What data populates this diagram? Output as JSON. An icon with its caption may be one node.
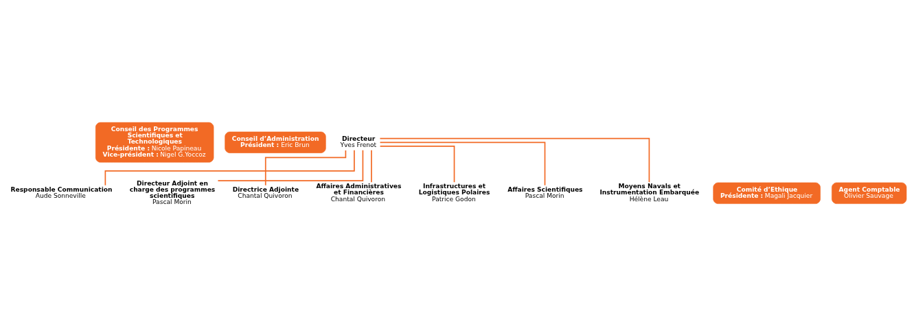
{
  "diagram": {
    "nodes": [
      {
        "text": [
          "Conseil des Programmes Scientifiques et Technologiques",
          "**Présidente :** Nicole Papineau",
          "**Vice-président :** Nigel G.Yoccoz"
        ]
      },
      {
        "text": [
          "Conseil d’Administration",
          "**Président :** Eric Brun"
        ]
      },
      {
        "text": [
          "Directeur",
          "Yves Frenot"
        ]
      },
      {
        "text": [
          "Responsable Communication",
          "Aude Sonneville"
        ]
      },
      {
        "text": [
          "Comité d’Ethique",
          "**Présidente :** Magali Jacquier"
        ]
      },
      {
        "text": [
          "Agent Comptable",
          "Olivier Sauvage"
        ]
      },
      {
        "text": [
          "Directeur Adjoint en charge des programmes scientifiques",
          "Pascal Morin"
        ]
      },
      {
        "text": [
          "Directrice Adjointe",
          "Chantal Quivoron"
        ]
      },
      {
        "text": [
          "Affaires Administratives et Financières",
          "Chantal Quivoron"
        ]
      },
      {
        "text": [
          "Infrastructures et Logistiques Polaires",
          "Patrice Godon"
        ]
      },
      {
        "text": [
          "Affaires Scientifiques",
          "Pascal Morin"
        ]
      },
      {
        "text": [
          "Moyens Navals et Instrumentation Embarquée",
          "Hélène Leau"
        ]
      }
    ],
    "edges": [
      {
        "from": 2,
        "to": 3,
        "arrow": "none"
      },
      {
        "from": 2,
        "to": 6,
        "arrow": "none"
      },
      {
        "from": 2,
        "to": 7,
        "arrow": "none"
      },
      {
        "from": 2,
        "to": 8,
        "arrow": "none"
      },
      {
        "from": 2,
        "to": 9,
        "arrow": "none"
      },
      {
        "from": 2,
        "to": 10,
        "arrow": "none"
      },
      {
        "from": 2,
        "to": 11,
        "arrow": "none"
      }
    ]
  }
}
